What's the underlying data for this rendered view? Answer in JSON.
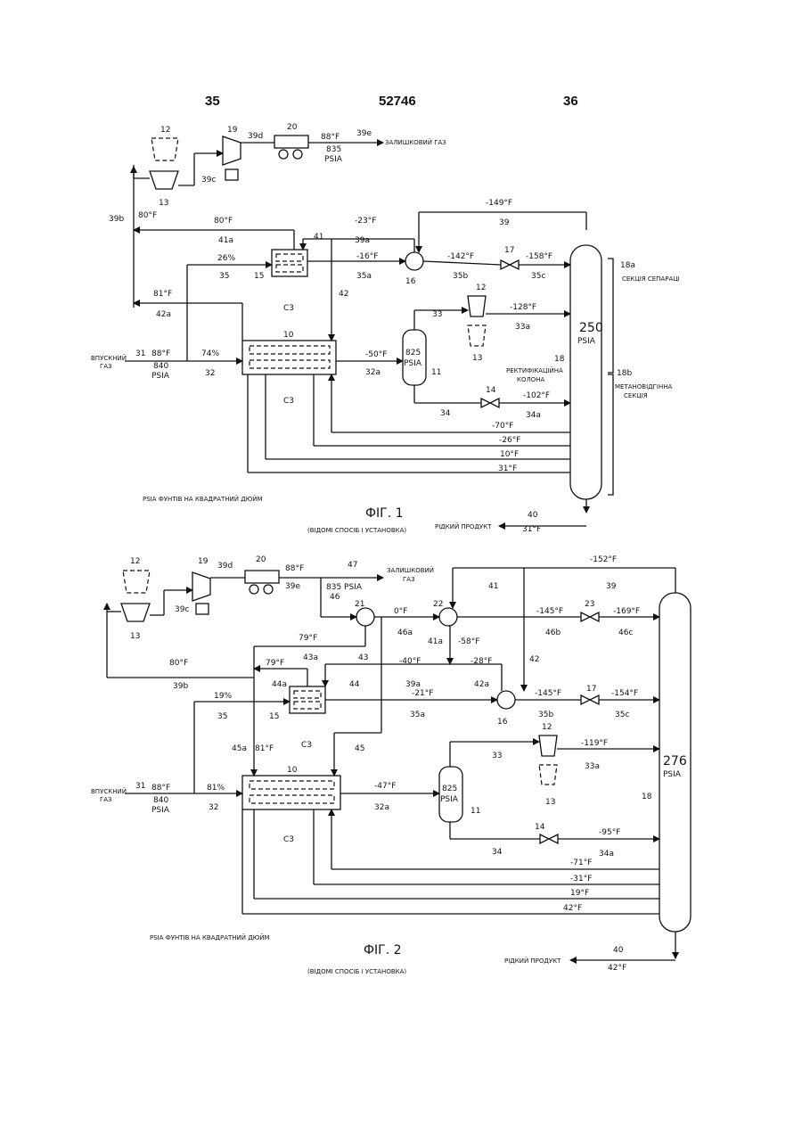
{
  "header": {
    "left_page": "35",
    "patent_no": "52746",
    "right_page": "36"
  },
  "fig1": {
    "caption": "ФІГ. 1",
    "subcaption": "(ВІДОМІ СПОСІБ І УСТАНОВКА)",
    "legend": "PSIA ФУНТІВ НА КВАДРАТНИЙ ДЮЙМ",
    "inlet": {
      "label1": "ВПУСКНИЙ",
      "label2": "ГАЗ",
      "stream": "31",
      "temp": "88°F",
      "pressure1": "840",
      "pressure2": "PSIA"
    },
    "residue": {
      "label": "ЗАЛИШКОВИЙ ГАЗ",
      "temp": "88°F",
      "pressure1": "835",
      "pressure2": "PSIA"
    },
    "product": {
      "label": "РІДКИЙ ПРОДУКТ",
      "stream": "40",
      "temp": "31°F"
    },
    "column": {
      "pressure1": "250",
      "pressure2": "PSIA",
      "name1": "РЕКТИФІКАЦІЙНА",
      "name2": "КОЛОНА",
      "section_a": "СЕКЦІЯ СЕПАРАЦІ",
      "section_b1": "МЕТАНОВІДГІННА",
      "section_b2": "СЕКЦІЯ"
    },
    "separator": {
      "pressure1": "825",
      "pressure2": "PSIA"
    },
    "c3": "C3",
    "pct_split": "26%",
    "pct_main": "74%",
    "streams": [
      {
        "id": "s12",
        "text": "12"
      },
      {
        "id": "s13",
        "text": "13"
      },
      {
        "id": "s19",
        "text": "19"
      },
      {
        "id": "s20",
        "text": "20"
      },
      {
        "id": "s39d",
        "text": "39d"
      },
      {
        "id": "s39e",
        "text": "39e"
      },
      {
        "id": "s39c",
        "text": "39c"
      },
      {
        "id": "s39b",
        "text": "39b"
      },
      {
        "id": "s80b",
        "text": "80°F"
      },
      {
        "id": "s80a",
        "text": "80°F"
      },
      {
        "id": "s41a",
        "text": "41a"
      },
      {
        "id": "s41",
        "text": "41"
      },
      {
        "id": "sm23",
        "text": "-23°F"
      },
      {
        "id": "s39a",
        "text": "39a"
      },
      {
        "id": "sm149",
        "text": "-149°F"
      },
      {
        "id": "s39",
        "text": "39"
      },
      {
        "id": "sm16",
        "text": "-16°F"
      },
      {
        "id": "s35a",
        "text": "35a"
      },
      {
        "id": "s16",
        "text": "16"
      },
      {
        "id": "sm142",
        "text": "-142°F"
      },
      {
        "id": "s35b",
        "text": "35b"
      },
      {
        "id": "s17",
        "text": "17"
      },
      {
        "id": "sm158",
        "text": "-158°F"
      },
      {
        "id": "s35c",
        "text": "35c"
      },
      {
        "id": "s18a",
        "text": "18a"
      },
      {
        "id": "s35",
        "text": "35"
      },
      {
        "id": "s15",
        "text": "15"
      },
      {
        "id": "s42",
        "text": "42"
      },
      {
        "id": "s81",
        "text": "81°F"
      },
      {
        "id": "s42a",
        "text": "42a"
      },
      {
        "id": "s12b",
        "text": "12"
      },
      {
        "id": "s33",
        "text": "33"
      },
      {
        "id": "sm128",
        "text": "-128°F"
      },
      {
        "id": "s33a",
        "text": "33a"
      },
      {
        "id": "s13b",
        "text": "13"
      },
      {
        "id": "s10",
        "text": "10"
      },
      {
        "id": "sm50",
        "text": "-50°F"
      },
      {
        "id": "s32a",
        "text": "32a"
      },
      {
        "id": "s32",
        "text": "32"
      },
      {
        "id": "s11",
        "text": "11"
      },
      {
        "id": "s18",
        "text": "18"
      },
      {
        "id": "s14",
        "text": "14"
      },
      {
        "id": "sm102",
        "text": "-102°F"
      },
      {
        "id": "s34a",
        "text": "34a"
      },
      {
        "id": "s34",
        "text": "34"
      },
      {
        "id": "s18b",
        "text": "18b"
      },
      {
        "id": "sm70",
        "text": "-70°F"
      },
      {
        "id": "sm26",
        "text": "-26°F"
      },
      {
        "id": "s10f",
        "text": "10°F"
      },
      {
        "id": "s31f",
        "text": "31°F"
      }
    ]
  },
  "fig2": {
    "caption": "ФІГ. 2",
    "subcaption": "(ВІДОМІ СПОСІБ І УСТАНОВКА)",
    "legend": "PSIA ФУНТІВ НА КВАДРАТНИЙ ДЮЙМ",
    "inlet": {
      "label1": "ВПУСКНИЙ",
      "label2": "ГАЗ",
      "stream": "31",
      "temp": "88°F",
      "pressure1": "840",
      "pressure2": "PSIA"
    },
    "residue": {
      "label1": "ЗАЛИШКОВИЙ",
      "label2": "ГАЗ",
      "stream": "47",
      "temp": "88°F",
      "pressure": "835 PSIA"
    },
    "product": {
      "label": "РІДКИЙ ПРОДУКТ",
      "stream": "40",
      "temp": "42°F"
    },
    "column": {
      "pressure1": "276",
      "pressure2": "PSIA"
    },
    "separator": {
      "pressure1": "825",
      "pressure2": "PSIA"
    },
    "c3": "C3",
    "pct_split": "19%",
    "pct_main": "81%",
    "streams": [
      {
        "id": "t12",
        "text": "12"
      },
      {
        "id": "t19",
        "text": "19"
      },
      {
        "id": "t39d",
        "text": "39d"
      },
      {
        "id": "t20",
        "text": "20"
      },
      {
        "id": "t39e",
        "text": "39e"
      },
      {
        "id": "t46",
        "text": "46"
      },
      {
        "id": "t41",
        "text": "41"
      },
      {
        "id": "tm152",
        "text": "-152°F"
      },
      {
        "id": "t39",
        "text": "39"
      },
      {
        "id": "t39c",
        "text": "39c"
      },
      {
        "id": "t13",
        "text": "13"
      },
      {
        "id": "t21",
        "text": "21"
      },
      {
        "id": "t0",
        "text": "0°F"
      },
      {
        "id": "t46a",
        "text": "46a"
      },
      {
        "id": "t22",
        "text": "22"
      },
      {
        "id": "tm145a",
        "text": "-145°F"
      },
      {
        "id": "t46b",
        "text": "46b"
      },
      {
        "id": "t23",
        "text": "23"
      },
      {
        "id": "tm169",
        "text": "-169°F"
      },
      {
        "id": "t46c",
        "text": "46c"
      },
      {
        "id": "t41a",
        "text": "41a"
      },
      {
        "id": "tm58",
        "text": "-58°F"
      },
      {
        "id": "t79a",
        "text": "79°F"
      },
      {
        "id": "t43a",
        "text": "43a"
      },
      {
        "id": "t80",
        "text": "80°F"
      },
      {
        "id": "t39b",
        "text": "39b"
      },
      {
        "id": "t79b",
        "text": "79°F"
      },
      {
        "id": "t44a",
        "text": "44a"
      },
      {
        "id": "t43",
        "text": "43"
      },
      {
        "id": "t44",
        "text": "44"
      },
      {
        "id": "tm40",
        "text": "-40°F"
      },
      {
        "id": "t39a",
        "text": "39a"
      },
      {
        "id": "tm28",
        "text": "-28°F"
      },
      {
        "id": "t42a",
        "text": "42a"
      },
      {
        "id": "t42",
        "text": "42"
      },
      {
        "id": "t35",
        "text": "35"
      },
      {
        "id": "t15",
        "text": "15"
      },
      {
        "id": "tm21",
        "text": "-21°F"
      },
      {
        "id": "t35a",
        "text": "35a"
      },
      {
        "id": "t16",
        "text": "16"
      },
      {
        "id": "tm145b",
        "text": "-145°F"
      },
      {
        "id": "t35b",
        "text": "35b"
      },
      {
        "id": "t17",
        "text": "17"
      },
      {
        "id": "tm154",
        "text": "-154°F"
      },
      {
        "id": "t35c",
        "text": "35c"
      },
      {
        "id": "t45a",
        "text": "45a"
      },
      {
        "id": "t81",
        "text": "81°F"
      },
      {
        "id": "t45",
        "text": "45"
      },
      {
        "id": "t12b",
        "text": "12"
      },
      {
        "id": "t33",
        "text": "33"
      },
      {
        "id": "tm119",
        "text": "-119°F"
      },
      {
        "id": "t33a",
        "text": "33a"
      },
      {
        "id": "t13b",
        "text": "13"
      },
      {
        "id": "t10",
        "text": "10"
      },
      {
        "id": "tm47",
        "text": "-47°F"
      },
      {
        "id": "t32a",
        "text": "32a"
      },
      {
        "id": "t11",
        "text": "11"
      },
      {
        "id": "t18",
        "text": "18"
      },
      {
        "id": "t32",
        "text": "32"
      },
      {
        "id": "t14",
        "text": "14"
      },
      {
        "id": "tm95",
        "text": "-95°F"
      },
      {
        "id": "t34a",
        "text": "34a"
      },
      {
        "id": "t34",
        "text": "34"
      },
      {
        "id": "tm71",
        "text": "-71°F"
      },
      {
        "id": "tm31",
        "text": "-31°F"
      },
      {
        "id": "t19f",
        "text": "19°F"
      },
      {
        "id": "t42f",
        "text": "42°F"
      }
    ]
  }
}
